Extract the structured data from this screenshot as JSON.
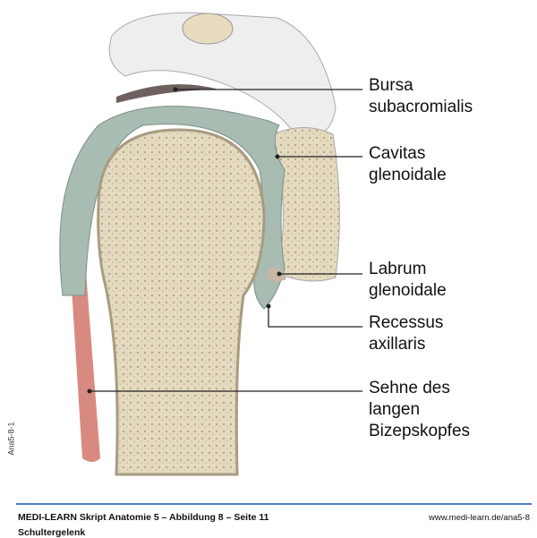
{
  "figure_id": "Ana5-8-1",
  "labels": {
    "bursa": [
      "Bursa",
      "subacromialis"
    ],
    "cavitas": [
      "Cavitas",
      "glenoidale"
    ],
    "labrum": [
      "Labrum",
      "glenoidale"
    ],
    "recessus": [
      "Recessus",
      "axillaris"
    ],
    "sehne": [
      "Sehne des",
      "langen",
      "Bizepskopfes"
    ]
  },
  "footer": {
    "source": "MEDI-LEARN Skript Anatomie 5 – Abbildung 8 – Seite 11",
    "title": "Schultergelenk",
    "url": "www.medi-learn.de/ana5-8"
  },
  "colors": {
    "bone": "#e6dcc0",
    "capsule": "#a9bcb2",
    "tendon": "#d98a80",
    "rule": "#4a7fc0"
  }
}
